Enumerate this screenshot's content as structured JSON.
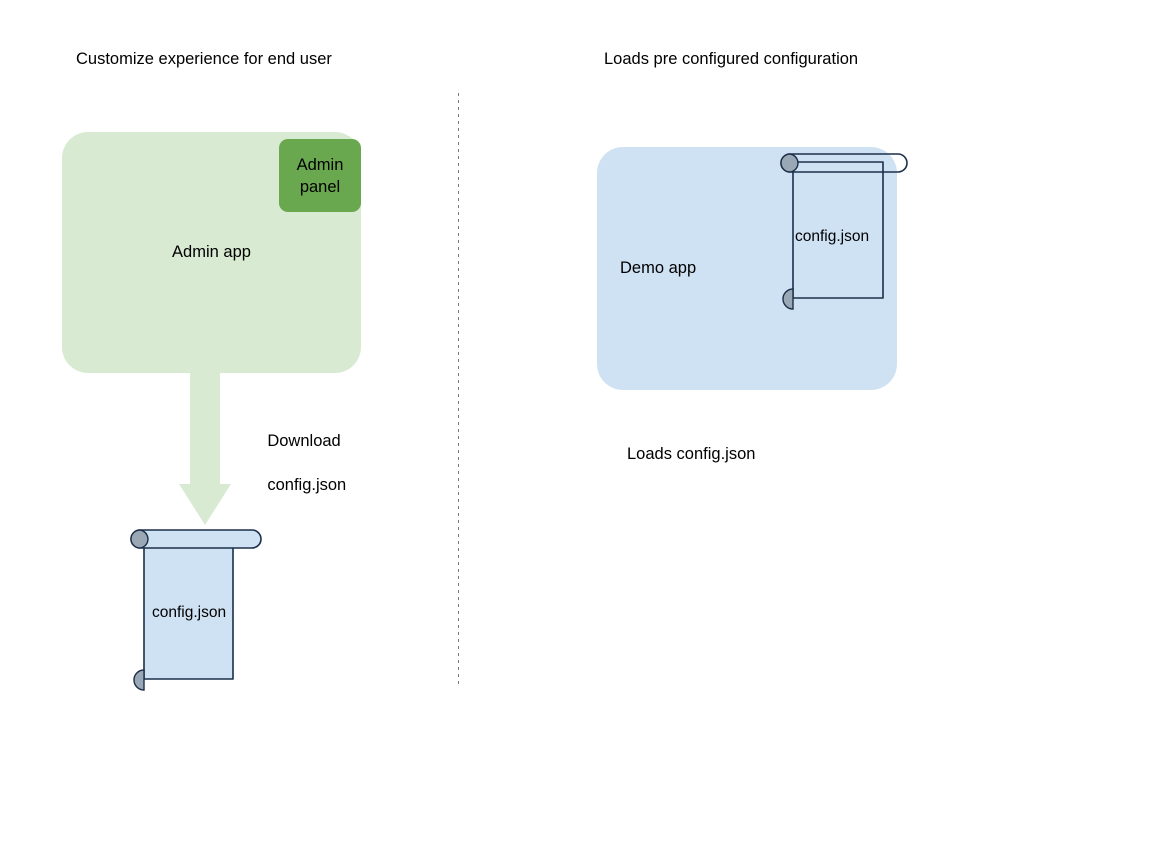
{
  "diagram": {
    "background": "#ffffff",
    "divider": {
      "name": "vertical-dotted-divider",
      "color": "#7b7b7b",
      "style": "dotted"
    },
    "left_section": {
      "title": "Customize experience for end user",
      "app_box": {
        "label": "Admin app",
        "fill": "#d9ead3"
      },
      "panel_box": {
        "label": "Admin\npanel",
        "label_line1": "Admin",
        "label_line2": "panel",
        "fill": "#6aa84f"
      },
      "arrow": {
        "name": "download-arrow",
        "label_line1": "Download",
        "label_line2": "config.json",
        "fill": "#d9ead3",
        "direction": "down"
      },
      "document": {
        "label": "config.json",
        "fill": "#cfe2f3",
        "stroke": "#1c2f4a",
        "curl_fill": "#9aa7b5"
      }
    },
    "right_section": {
      "title": "Loads pre configured configuration",
      "app_box": {
        "label": "Demo app",
        "fill": "#cfe2f3"
      },
      "document": {
        "label": "config.json",
        "fill": "none",
        "stroke": "#1c2f4a",
        "curl_fill": "#9aa7b5"
      },
      "caption": "Loads config.json"
    }
  }
}
